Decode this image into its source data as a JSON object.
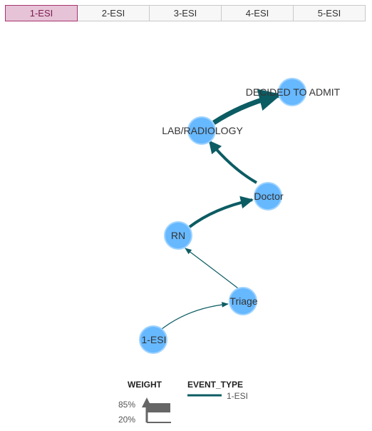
{
  "tabs": [
    {
      "label": "1-ESI",
      "active": true
    },
    {
      "label": "2-ESI",
      "active": false
    },
    {
      "label": "3-ESI",
      "active": false
    },
    {
      "label": "4-ESI",
      "active": false
    },
    {
      "label": "5-ESI",
      "active": false
    }
  ],
  "colors": {
    "node_fill": "#66b8ff",
    "node_stroke": "#9ed3ff",
    "edge": "#0c5c63",
    "tab_active_bg": "#e6c3d7",
    "tab_active_border": "#a8356e",
    "legend_gray": "#666666"
  },
  "nodes": [
    {
      "id": "admit",
      "label": "DECIDED TO ADMIT"
    },
    {
      "id": "lab",
      "label": "LAB/RADIOLOGY"
    },
    {
      "id": "doctor",
      "label": "Doctor"
    },
    {
      "id": "rn",
      "label": "RN"
    },
    {
      "id": "triage",
      "label": "Triage"
    },
    {
      "id": "esi",
      "label": "1-ESI"
    }
  ],
  "edges": [
    {
      "from": "esi",
      "to": "triage",
      "weight_level": "thin"
    },
    {
      "from": "triage",
      "to": "rn",
      "weight_level": "thin"
    },
    {
      "from": "rn",
      "to": "doctor",
      "weight_level": "medium"
    },
    {
      "from": "doctor",
      "to": "lab",
      "weight_level": "medium"
    },
    {
      "from": "lab",
      "to": "admit",
      "weight_level": "thick"
    }
  ],
  "legend": {
    "weight_title": "WEIGHT",
    "weight_high": "85%",
    "weight_low": "20%",
    "event_title": "EVENT_TYPE",
    "event_item": "1-ESI"
  }
}
